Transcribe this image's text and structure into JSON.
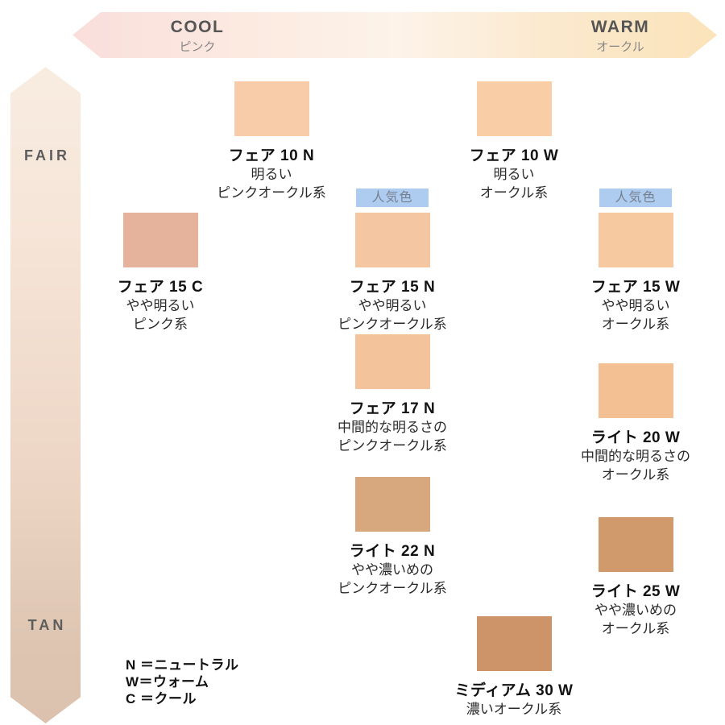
{
  "axes": {
    "horizontal": {
      "left_label": "COOL",
      "left_sublabel": "ピンク",
      "right_label": "WARM",
      "right_sublabel": "オークル",
      "gradient_left": "#fadedb",
      "gradient_right": "#fbe3ba"
    },
    "vertical": {
      "top_label": "FAIR",
      "bottom_label": "TAN",
      "gradient_top": "#f8ece1",
      "gradient_bottom": "#dcc2ae"
    }
  },
  "popular_badge": {
    "label": "人気色",
    "bg_color": "#aecbf0",
    "text_color": "#77808f"
  },
  "shades": [
    {
      "name": "フェア 10 N",
      "desc1": "明るい",
      "desc2": "ピンクオークル系",
      "color": "#f8cba9",
      "popular": false
    },
    {
      "name": "フェア 10 W",
      "desc1": "明るい",
      "desc2": "オークル系",
      "color": "#f9cda5",
      "popular": false
    },
    {
      "name": "フェア 15 C",
      "desc1": "やや明るい",
      "desc2": "ピンク系",
      "color": "#e5b29c",
      "popular": false
    },
    {
      "name": "フェア 15 N",
      "desc1": "やや明るい",
      "desc2": "ピンクオークル系",
      "color": "#f4c6a2",
      "popular": true
    },
    {
      "name": "フェア 15 W",
      "desc1": "やや明るい",
      "desc2": "オークル系",
      "color": "#f6c9a0",
      "popular": true
    },
    {
      "name": "フェア 17 N",
      "desc1": "中間的な明るさの",
      "desc2": "ピンクオークル系",
      "color": "#f3c39c",
      "popular": false
    },
    {
      "name": "ライト 20 W",
      "desc1": "中間的な明るさの",
      "desc2": "オークル系",
      "color": "#f2c093",
      "popular": false
    },
    {
      "name": "ライト 22 N",
      "desc1": "やや濃いめの",
      "desc2": "ピンクオークル系",
      "color": "#d7a87e",
      "popular": false
    },
    {
      "name": "ライト 25 W",
      "desc1": "やや濃いめの",
      "desc2": "オークル系",
      "color": "#d09a6c",
      "popular": false
    },
    {
      "name": "ミディアム 30 W",
      "desc1": "濃いオークル系",
      "desc2": "",
      "color": "#cc9468",
      "popular": false
    }
  ],
  "legend": {
    "lines": [
      "N ＝ニュートラル",
      "W＝ウォーム",
      "C ＝クール"
    ]
  }
}
